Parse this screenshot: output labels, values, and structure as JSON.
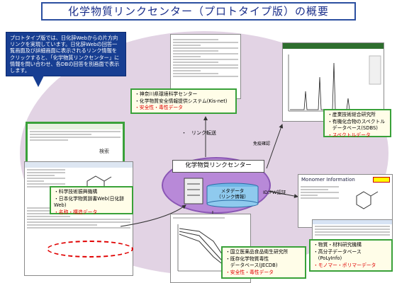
{
  "title": "化学物質リンクセンター（プロトタイプ版）の概要",
  "callout": {
    "text": "プロトタイプ版では、日化辞Webからの片方向リンクを実現しています。日化辞Webの回答一覧画面及び詳細画面に表示されるリンク情報をクリックすると、「化学物質リンクセンター」に情報を問い合わせ、各DBの回答を別画面で表示します。"
  },
  "center": {
    "label": "化学物質リンクセンター",
    "cylinder_label": "メタデータ\n（リンク情報）"
  },
  "labels": {
    "link_transfer": "・　リンク転送",
    "detail_flag": "検索",
    "send_rec": "免疫確認",
    "id_pw": "ID,PW認証"
  },
  "boxes": {
    "top": {
      "lines": [
        "・神奈川県環境科学センター",
        "・化学物質安全情報提供システム(Kis-net)"
      ],
      "red": "・安全性・毒性データ"
    },
    "left": {
      "lines": [
        "・科学技術振興機構",
        "・日本化学物質辞書Web(日化辞Web)"
      ],
      "red": "・名称・構造データ"
    },
    "right_top": {
      "lines": [
        "・産業技術総合研究所",
        "・有機化合物のスペクトル",
        "　データベース(SDBS)"
      ],
      "red": "・スペクトルデータ"
    },
    "bottom": {
      "lines": [
        "・国立医薬品食品衛生研究所",
        "・既存化学物質毒性",
        "　データベース(JECDB)"
      ],
      "red": "・安全性・毒性データ"
    },
    "right_bottom": {
      "lines": [
        "・物質・材料研究機構",
        "・高分子データベース",
        "　(PoLyInfo)"
      ],
      "red": "・モノマー・ポリマーデータ"
    }
  },
  "monomer": {
    "title": "Monomer Information"
  }
}
